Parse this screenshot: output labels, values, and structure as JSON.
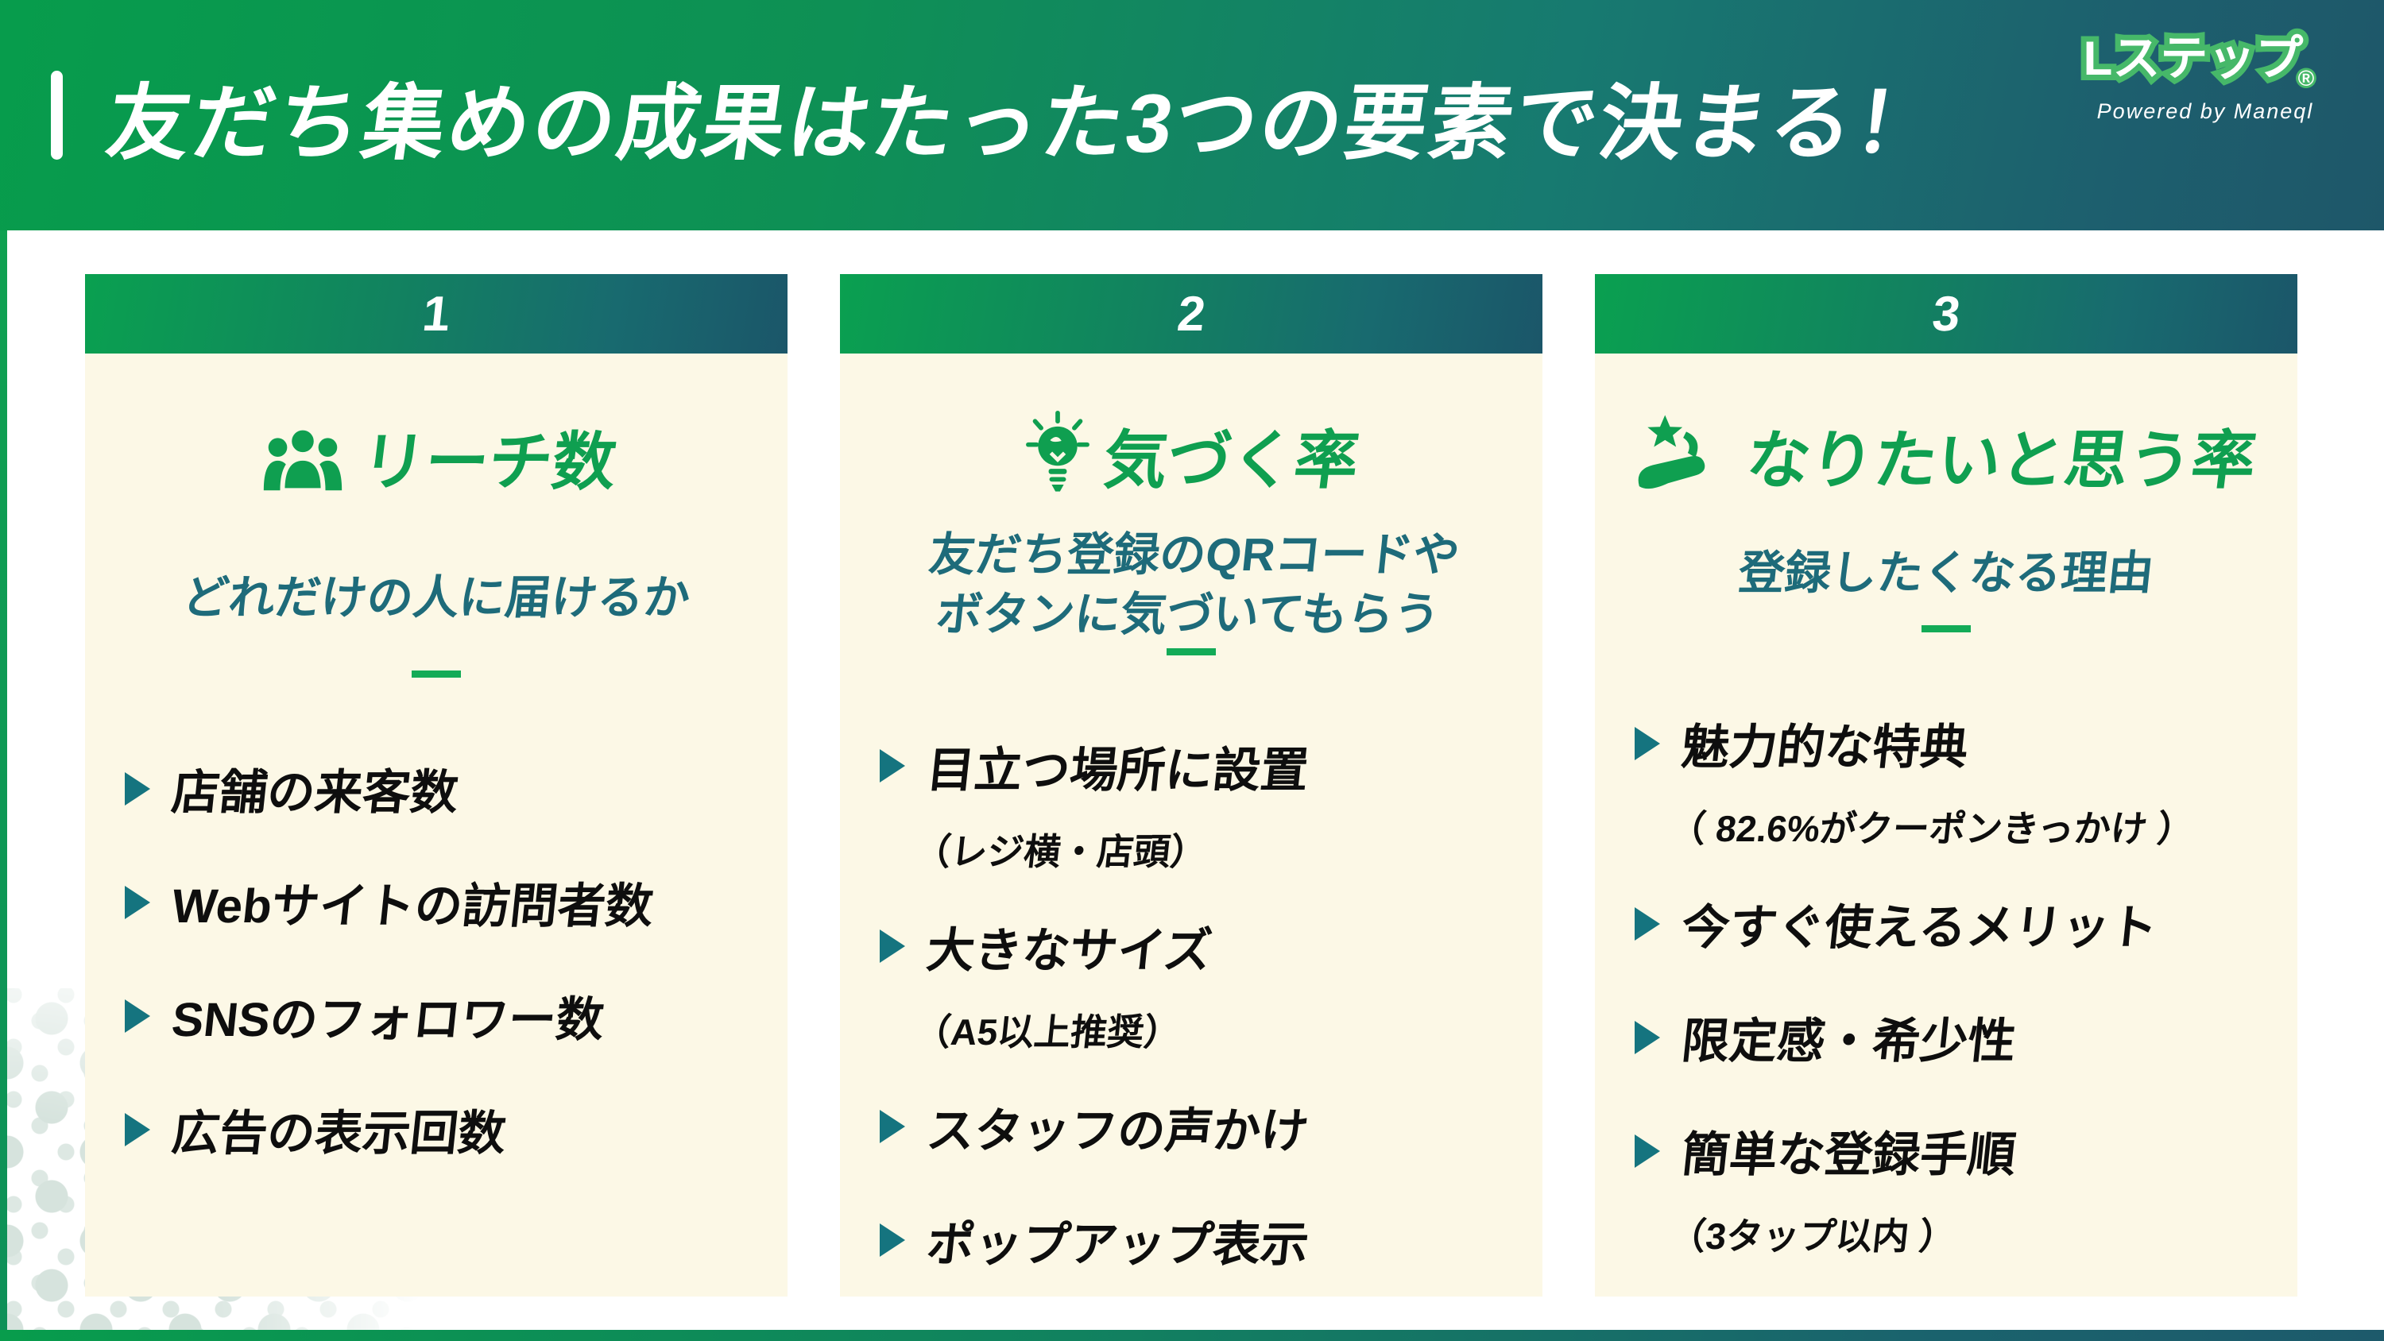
{
  "header": {
    "title": "友だち集めの成果はたった3つの要素で決まる！",
    "logo": {
      "brand": "Lステップ",
      "registered": "®",
      "powered_by": "Powered by Maneql"
    }
  },
  "columns": [
    {
      "number": "1",
      "icon": "people-group-icon",
      "title": "リーチ数",
      "subtitle_lines": [
        "どれだけの人に届けるか"
      ],
      "items": [
        {
          "text": "店舗の来客数"
        },
        {
          "text": "Webサイトの訪問者数"
        },
        {
          "text": "SNSのフォロワー数"
        },
        {
          "text": "広告の表示回数"
        }
      ]
    },
    {
      "number": "2",
      "icon": "lightbulb-icon",
      "title": "気づく率",
      "subtitle_lines": [
        "友だち登録のQRコードや",
        "ボタンに気づいてもらう"
      ],
      "items": [
        {
          "text": "目立つ場所に設置",
          "note": "（レジ横・店頭）"
        },
        {
          "text": "大きなサイズ",
          "note": "（A5以上推奨）"
        },
        {
          "text": "スタッフの声かけ"
        },
        {
          "text": "ポップアップ表示"
        }
      ]
    },
    {
      "number": "3",
      "icon": "hand-star-icon",
      "title": "なりたいと思う率",
      "subtitle_lines": [
        "登録したくなる理由"
      ],
      "items": [
        {
          "text": "魅力的な特典",
          "note": "（ 82.6%がクーポンきっかけ ）"
        },
        {
          "text": "今すぐ使えるメリット"
        },
        {
          "text": "限定感・希少性"
        },
        {
          "text": "簡単な登録手順",
          "note": "（3タップ以内 ）"
        }
      ]
    }
  ],
  "colors": {
    "gradient_start": "#089c4d",
    "gradient_end": "#1d5c6e",
    "card_background": "#fcf8e6",
    "accent_green": "#0f9f50",
    "divider_green": "#13ab57",
    "teal_text": "#1e6b7a",
    "bullet_teal": "#15747f",
    "body_text": "#0e0e0e"
  }
}
